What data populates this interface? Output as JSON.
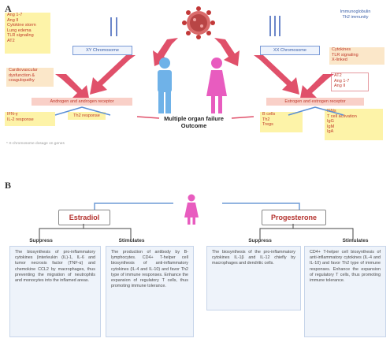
{
  "panel_a": {
    "label": "A",
    "xy_chromosome": "XY Chromosome",
    "xx_chromosome": "XX Chromosome",
    "left_upper_list": [
      "Ang 1-7",
      "Ang II",
      "Cytokine storm",
      "Lung edema",
      "TLR signaling",
      "AT2"
    ],
    "left_mid_list": [
      "Cardiovascular",
      "dysfunction &",
      "coagulopathy"
    ],
    "androgen_box": "Androgen and androgen receptor",
    "left_bottom_list": [
      "IFN-γ",
      "IL-2 response"
    ],
    "left_bottom_right": "Th2 response",
    "outcome": [
      "Multiple organ failure",
      "Outcome"
    ],
    "right_top_list": [
      "Immunoglobulin",
      "Th2 immunity"
    ],
    "right_upper_list": [
      "Cytokines",
      "TLR signaling",
      "X-linked"
    ],
    "right_mid_list": [
      "AT2",
      "Ang 1-7",
      "Ang II"
    ],
    "estrogen_box": "Estrogen and estrogen receptor",
    "right_bottom_left": [
      "B cells",
      "Th2",
      "Tregs"
    ],
    "right_bottom_right": [
      "IFNs",
      "T cell activation",
      "IgG",
      "IgM",
      "IgA"
    ],
    "footnote": "* X-chromosome dosage on genes",
    "caption": ""
  },
  "panel_b": {
    "label": "B",
    "estradiol": {
      "title": "Estradiol",
      "suppress_label": "Suppress",
      "stimulate_label": "Stimulates",
      "suppress_text": "The biosynthesis of pro-inflammatory cytokines (interleukin (IL)-1, IL-6 and tumor necrosis factor (TNF-α) and chemokine CCL2 by macrophages, thus preventing the migration of neutrophils and monocytes into the inflamed areas.",
      "stimulate_text": "The production of antibody by B-lymphocytes. CD4+ T-helper cell biosynthesis of anti-inflammatory cytokines (IL-4 and IL-10) and favor Th2 type of immune responses. Enhance the expansion of regulatory T cells, thus promoting immune tolerance."
    },
    "progesterone": {
      "title": "Progesterone",
      "suppress_label": "Suppress",
      "stimulate_label": "Stimulates",
      "suppress_text": "The biosynthesis of the pro-inflammatory cytokines IL-1β and IL-12 chiefly by macrophages and dendritic cells.",
      "stimulate_text": "CD4+ T-helper cell biosynthesis of anti-inflammatory cytokines (IL-4 and IL-10) and favor Th2 type of immune responses. Enhance the expansion of regulatory T cells, thus promoting immune tolerance."
    }
  },
  "colors": {
    "accent_red": "#c0392b",
    "arrow_pink": "#e0506a",
    "blue": "#5b8fd6",
    "female_pink": "#e85cbf",
    "male_blue": "#6fb2e8"
  }
}
